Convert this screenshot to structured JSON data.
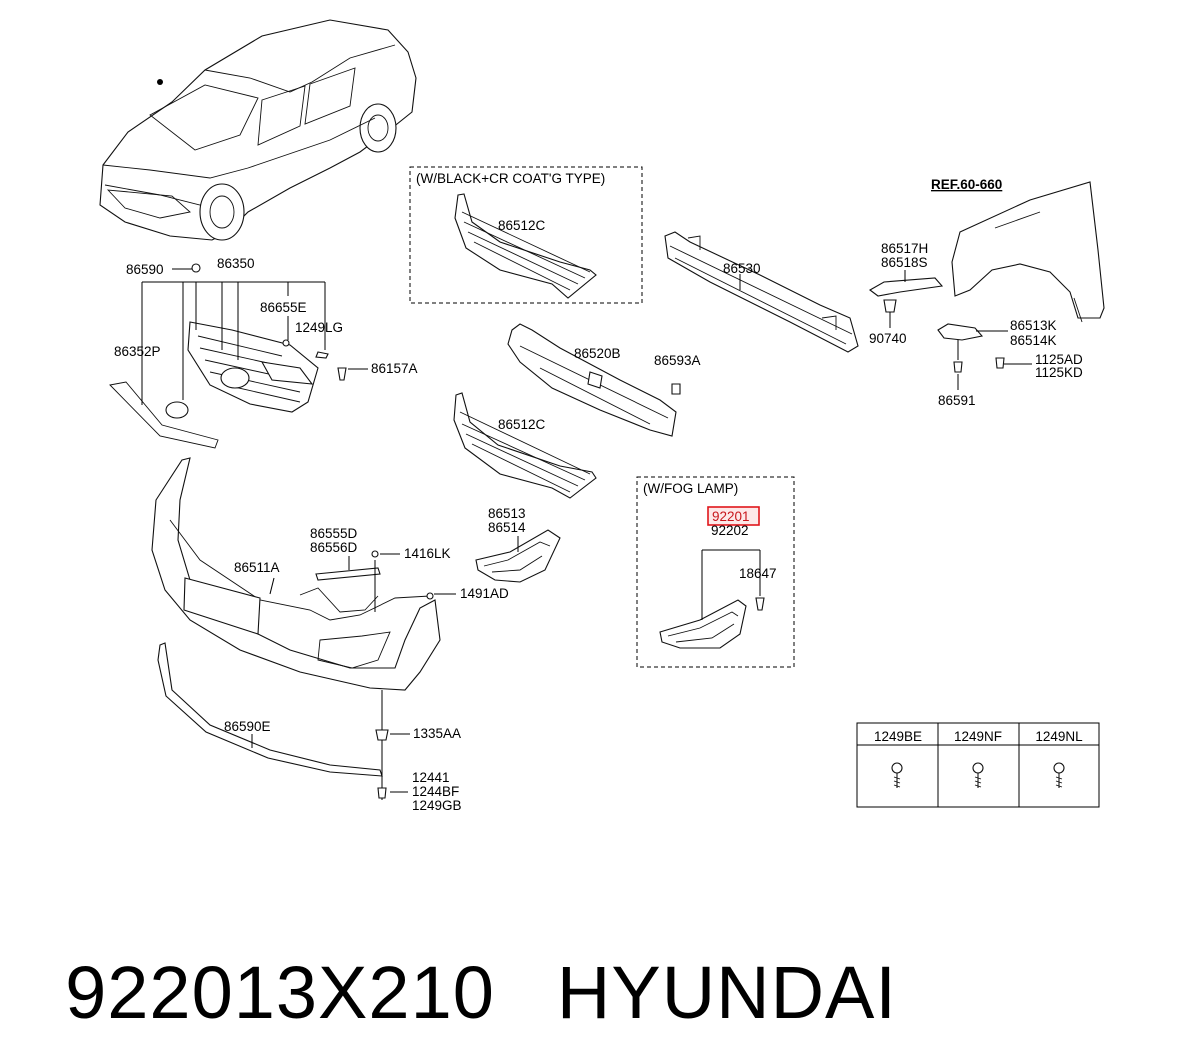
{
  "variants": {
    "black_cr": "(W/BLACK+CR COAT'G TYPE)",
    "fog_lamp": "(W/FOG LAMP)"
  },
  "reference": "REF.60-660",
  "highlighted_part": "92201",
  "callouts": {
    "c86590": "86590",
    "c86350": "86350",
    "c86655E": "86655E",
    "c1249LG": "1249LG",
    "c86352P": "86352P",
    "c86157A": "86157A",
    "c86512C_a": "86512C",
    "c86512C_b": "86512C",
    "c86530": "86530",
    "c86520B": "86520B",
    "c86593A": "86593A",
    "c86517H": "86517H",
    "c86518S": "86518S",
    "c90740": "90740",
    "c86513K": "86513K",
    "c86514K": "86514K",
    "c1125AD": "1125AD",
    "c1125KD": "1125KD",
    "c86591": "86591",
    "c86513": "86513",
    "c86514": "86514",
    "c86555D": "86555D",
    "c86556D": "86556D",
    "c1416LK": "1416LK",
    "c86511A": "86511A",
    "c1491AD": "1491AD",
    "c92202": "92202",
    "c18647": "18647",
    "c86590E": "86590E",
    "c1335AA": "1335AA",
    "c12441": "12441",
    "c1244BF": "1244BF",
    "c1249GB": "1249GB"
  },
  "screw_table": {
    "headers": [
      "1249BE",
      "1249NF",
      "1249NL"
    ]
  },
  "footer": {
    "part_number": "922013X210",
    "brand": "HYUNDAI"
  }
}
